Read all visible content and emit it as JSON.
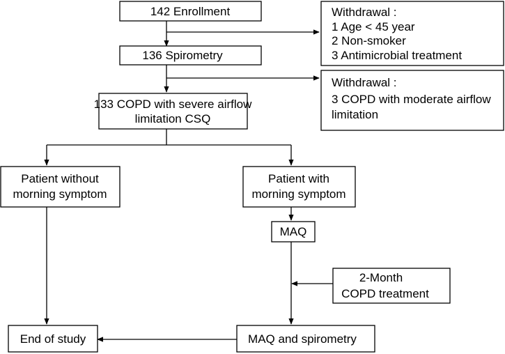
{
  "diagram": {
    "nodes": {
      "enrollment": {
        "lines": [
          "142 Enrollment"
        ]
      },
      "withdrawal1": {
        "lines": [
          "Withdrawal :",
          "1 Age < 45 year",
          "2 Non-smoker",
          "3 Antimicrobial treatment"
        ]
      },
      "spirometry": {
        "lines": [
          "136 Spirometry"
        ]
      },
      "withdrawal2": {
        "lines": [
          "Withdrawal :",
          "3 COPD with moderate airflow",
          "limitation"
        ]
      },
      "copd_severe": {
        "lines": [
          "133 COPD with severe airflow",
          "limitation CSQ"
        ]
      },
      "no_morning": {
        "lines": [
          "Patient without",
          "morning symptom"
        ]
      },
      "morning": {
        "lines": [
          "Patient with",
          "morning symptom"
        ]
      },
      "maq": {
        "lines": [
          "MAQ"
        ]
      },
      "treatment": {
        "lines": [
          "2-Month",
          "COPD treatment"
        ]
      },
      "end_study": {
        "lines": [
          "End of study"
        ]
      },
      "maq_spiro": {
        "lines": [
          "MAQ and spirometry"
        ]
      }
    }
  }
}
